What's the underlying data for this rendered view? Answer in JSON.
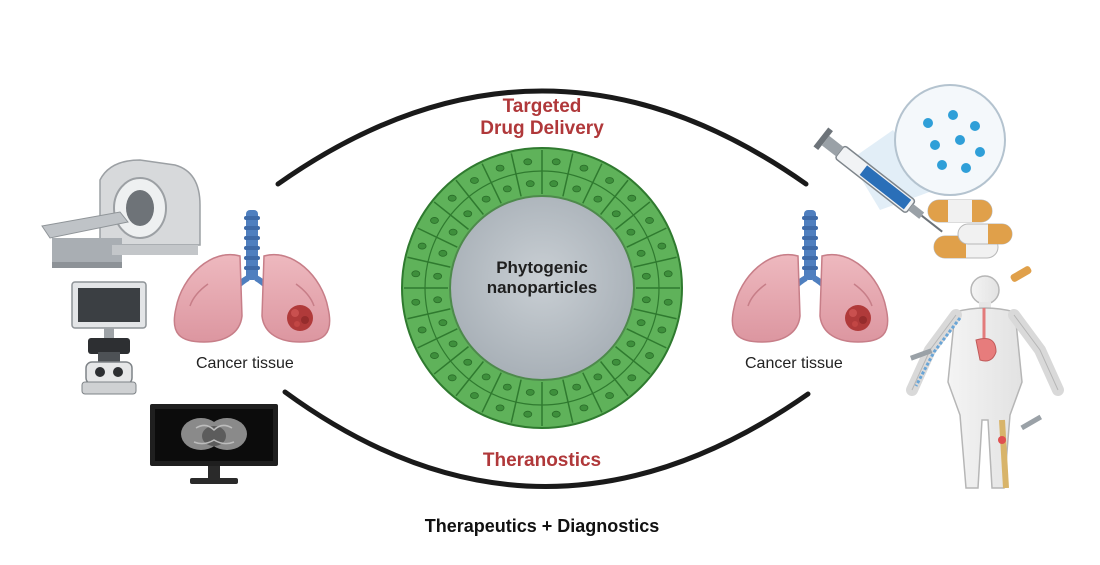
{
  "labels": {
    "top_title_line1": "Targeted",
    "top_title_line2": "Drug Delivery",
    "bottom_title": "Theranostics",
    "center_line1": "Phytogenic",
    "center_line2": "nanoparticles",
    "left_tissue": "Cancer tissue",
    "right_tissue": "Cancer tissue",
    "caption": "Therapeutics + Diagnostics"
  },
  "colors": {
    "accent_red": "#b0383a",
    "ring_green": "#5fb25a",
    "core_gray": "#b9c0c6",
    "lung_pink": "#e6a8ae",
    "trachea_blue": "#4f7fbf",
    "tumor_red": "#b03a3a",
    "capsule_orange": "#e0a04a",
    "particle_blue": "#2f9fd8"
  }
}
